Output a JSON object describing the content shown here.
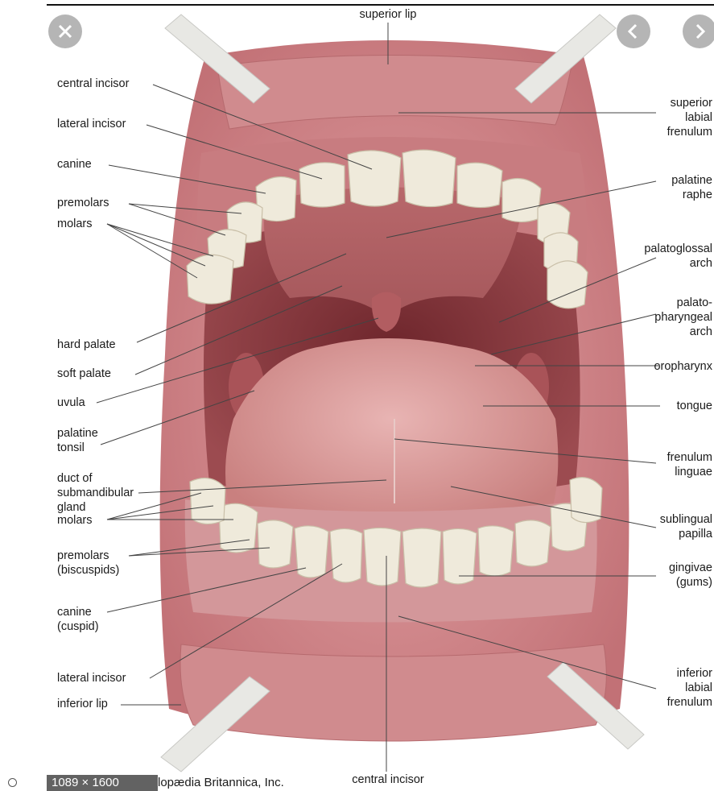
{
  "labels": {
    "superior_lip": "superior lip",
    "central_incisor_top": "central incisor",
    "lateral_incisor_top": "lateral incisor",
    "canine_top": "canine",
    "premolars_top": "premolars",
    "molars_top": "molars",
    "hard_palate": "hard palate",
    "soft_palate": "soft palate",
    "uvula": "uvula",
    "palatine_tonsil_1": "palatine",
    "palatine_tonsil_2": "tonsil",
    "duct_1": "duct of",
    "duct_2": "submandibular",
    "duct_3": "gland",
    "molars_bottom": "molars",
    "premolars_bottom_1": "premolars",
    "premolars_bottom_2": "(biscuspids)",
    "canine_bottom_1": "canine",
    "canine_bottom_2": "(cuspid)",
    "lateral_incisor_bottom": "lateral incisor",
    "inferior_lip": "inferior lip",
    "central_incisor_bottom": "central incisor",
    "superior_labial_frenulum_1": "superior",
    "superior_labial_frenulum_2": "labial",
    "superior_labial_frenulum_3": "frenulum",
    "palatine_raphe_1": "palatine",
    "palatine_raphe_2": "raphe",
    "palatoglossal_1": "palatoglossal",
    "palatoglossal_2": "arch",
    "palatopharyngeal_1": "palato-",
    "palatopharyngeal_2": "pharyngeal",
    "palatopharyngeal_3": "arch",
    "oropharynx": "oropharynx",
    "tongue": "tongue",
    "frenulum_linguae_1": "frenulum",
    "frenulum_linguae_2": "linguae",
    "sublingual_papilla_1": "sublingual",
    "sublingual_papilla_2": "papilla",
    "gingivae_1": "gingivae",
    "gingivae_2": "(gums)",
    "inferior_labial_1": "inferior",
    "inferior_labial_2": "labial",
    "inferior_labial_3": "frenulum"
  },
  "viewer": {
    "dimensions": "1089 × 1600",
    "credit": "lopædia Britannica, Inc.",
    "close_icon": "close-icon",
    "prev_icon": "chevron-left-icon",
    "next_icon": "chevron-right-icon"
  },
  "colors": {
    "lip": "#c97b7e",
    "mouth_dark": "#8a3e42",
    "tongue": "#d99a9c",
    "tooth": "#efeadb",
    "retractor": "#e8e8e4"
  }
}
